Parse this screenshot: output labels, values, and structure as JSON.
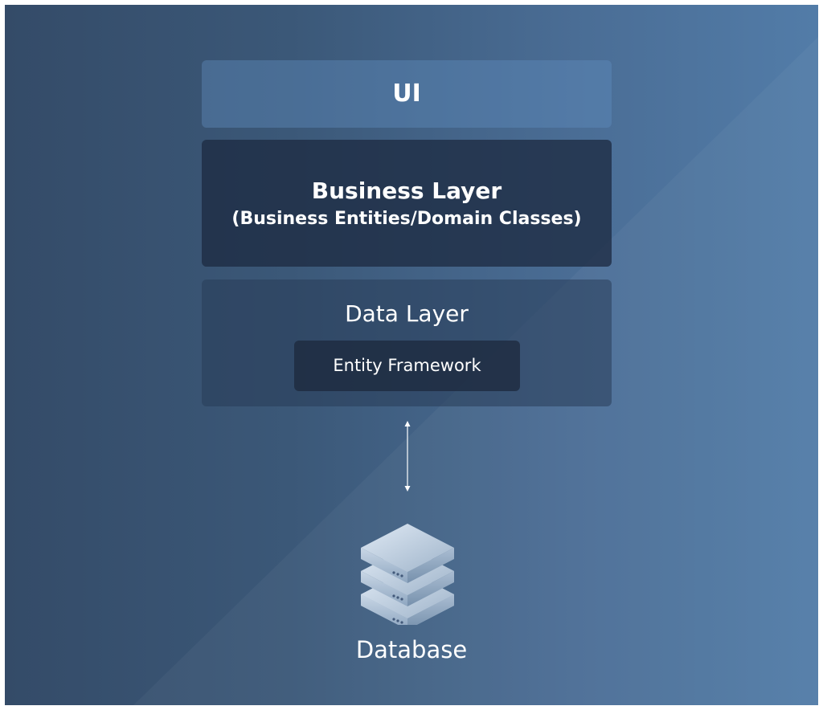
{
  "diagram": {
    "layers": {
      "ui": {
        "label": "UI"
      },
      "business": {
        "label": "Business Layer",
        "sublabel": "(Business Entities/Domain Classes)"
      },
      "data": {
        "label": "Data Layer",
        "component": "Entity Framework"
      }
    },
    "database": {
      "label": "Database",
      "icon": "server-stack-icon"
    },
    "connector": {
      "icon": "double-arrow-icon"
    }
  },
  "colors": {
    "background_left": "#344b68",
    "background_right": "#527ca8",
    "text": "#ffffff"
  }
}
